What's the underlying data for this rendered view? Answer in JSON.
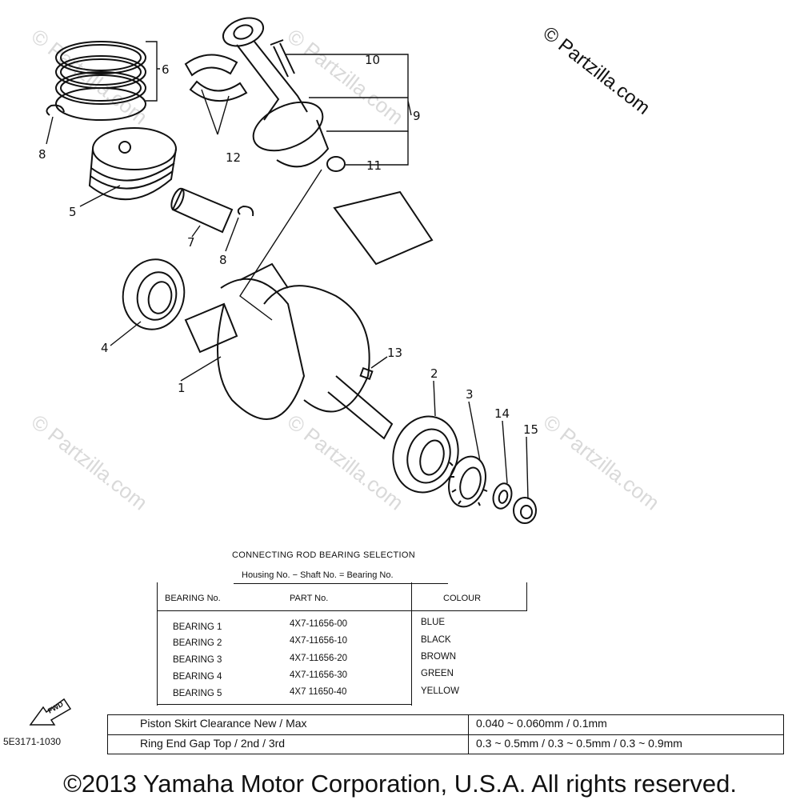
{
  "watermark": {
    "main": "© Partzilla.com",
    "faint": "© Partzilla.com"
  },
  "diagram": {
    "callouts": [
      "1",
      "2",
      "3",
      "4",
      "5",
      "6",
      "7",
      "8",
      "8",
      "9",
      "10",
      "11",
      "12",
      "13",
      "14",
      "15"
    ]
  },
  "bearing_selection": {
    "title": "CONNECTING ROD BEARING SELECTION",
    "subtitle": "Housing No. − Shaft No. = Bearing No.",
    "headers": [
      "BEARING No.",
      "PART No.",
      "COLOUR"
    ],
    "rows": [
      {
        "bearing": "BEARING 1",
        "part": "4X7-11656-00",
        "colour": "BLUE"
      },
      {
        "bearing": "BEARING 2",
        "part": "4X7-11656-10",
        "colour": "BLACK"
      },
      {
        "bearing": "BEARING 3",
        "part": "4X7-11656-20",
        "colour": "BROWN"
      },
      {
        "bearing": "BEARING 4",
        "part": "4X7-11656-30",
        "colour": "GREEN"
      },
      {
        "bearing": "BEARING 5",
        "part": "4X7 11650-40",
        "colour": "YELLOW"
      }
    ]
  },
  "specs": [
    {
      "label": "Piston Skirt Clearance New / Max",
      "value": "0.040 ~ 0.060mm / 0.1mm"
    },
    {
      "label": "Ring End Gap Top / 2nd / 3rd",
      "value": "0.3 ~ 0.5mm / 0.3 ~ 0.5mm / 0.3 ~ 0.9mm"
    }
  ],
  "fwd_label": "FWD",
  "diagram_code": "5E3171-1030",
  "copyright": "©2013 Yamaha Motor Corporation, U.S.A. All rights reserved."
}
